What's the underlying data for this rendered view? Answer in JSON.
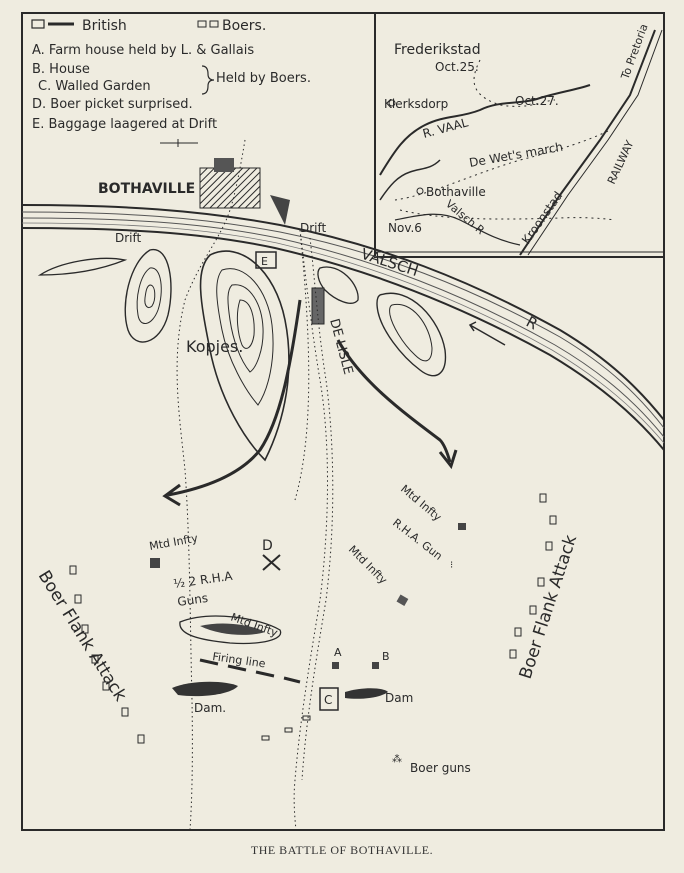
{
  "legend": {
    "line1": "British",
    "line1b": "Boers.",
    "lineA": "A. Farm house held by L. & Gallais",
    "lineB": "B. House",
    "lineC": "C. Walled Garden",
    "lineBC_note": "Held by Boers.",
    "lineD": "D. Boer picket surprised.",
    "lineE": "E. Baggage laagered at Drift"
  },
  "inset": {
    "frederikstad": "Frederikstad",
    "oct25": "Oct.25.",
    "klerksdorp": "Klerksdorp",
    "oct27": "Oct.27.",
    "vaal": "R. VAAL",
    "dewet": "De Wet's march",
    "bothaville": "Bothaville",
    "nov6": "Nov.6",
    "valschR": "Valsch R",
    "kroonstad": "Kroonstad",
    "railway": "RAILWAY",
    "pretoria": "To Pretoria"
  },
  "main": {
    "bothaville": "BOTHAVILLE",
    "drift1": "Drift",
    "drift2": "Drift",
    "E": "E",
    "valsch": "VALSCH",
    "R": "R",
    "kopjes": "Kopjes.",
    "delisle": "DE LISLE",
    "mtd1": "Mtd Infty",
    "rha_gun": "R.H.A. Gun",
    "mtd2": "Mtd Infty",
    "mtd3": "Mtd Infty",
    "D": "D",
    "rha2": "½ 2 R.H.A",
    "guns": "Guns",
    "mtd4": "Mtd Infty",
    "firing": "Firing line",
    "A": "A",
    "B": "B",
    "C": "C",
    "dam1": "Dam.",
    "dam2": "Dam",
    "boer_flank_left": "Boer Flank Attack",
    "boer_flank_right": "Boer Flank Attack",
    "boer_guns": "Boer guns"
  },
  "caption": "THE BATTLE OF BOTHAVILLE."
}
